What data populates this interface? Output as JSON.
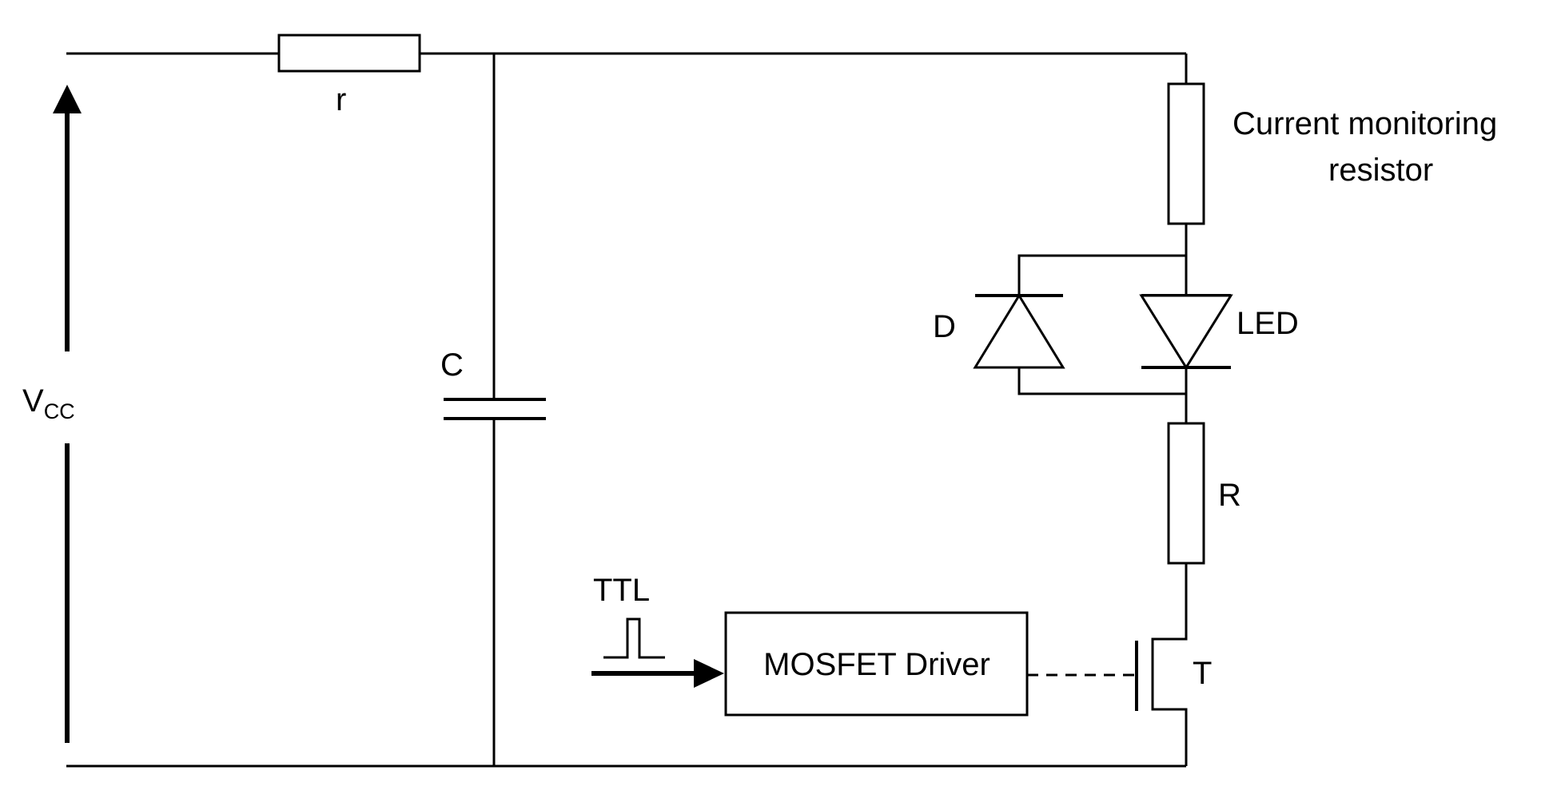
{
  "labels": {
    "vcc_main": "V",
    "vcc_sub": "CC",
    "r": "r",
    "c": "C",
    "current_monitoring_line1": "Current monitoring",
    "current_monitoring_line2": "resistor",
    "d": "D",
    "led": "LED",
    "big_r": "R",
    "ttl": "TTL",
    "mosfet_driver": "MOSFET Driver",
    "t": "T"
  }
}
